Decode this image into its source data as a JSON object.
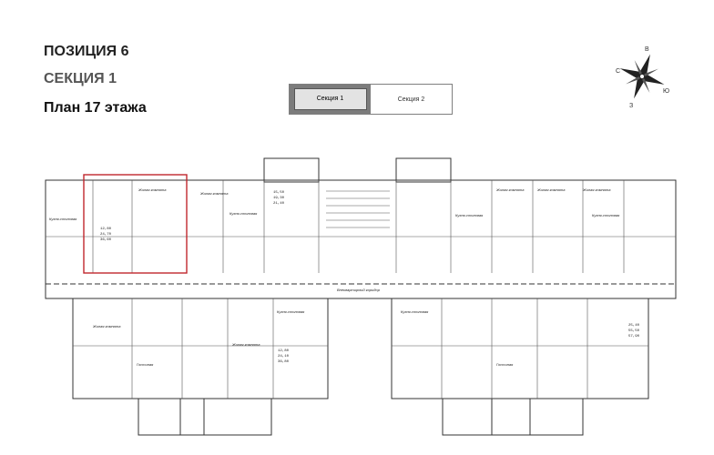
{
  "header": {
    "position_title": "ПОЗИЦИЯ 6",
    "section_title": "СЕКЦИЯ 1",
    "floor_title": "План 17 этажа"
  },
  "tabs": [
    {
      "label": "Секция 1",
      "active": true
    },
    {
      "label": "Секция 2",
      "active": false
    }
  ],
  "compass": {
    "n": "В",
    "w": "С",
    "e": "Ю",
    "s": "З"
  },
  "plan": {
    "rooms_top": [
      "Жилая комната",
      "Жилая комната",
      "Жилая комната",
      "Жилая комната",
      "Жилая комната"
    ],
    "rooms_kitchen": [
      "Кухня-столовая",
      "Кухня-столовая",
      "Кухня-столовая",
      "Кухня-столовая"
    ],
    "rooms_bottom": [
      "Кухня-столовая",
      "Кухня-столовая",
      "Жилая комната",
      "Жилая комната",
      "Гостиная",
      "Гостиная"
    ],
    "corridor": "Внеквартирный коридор",
    "areas_a": [
      "12,80",
      "24,70",
      "36,60"
    ],
    "areas_b": [
      "15,50",
      "19,30",
      "21,40"
    ],
    "areas_c": [
      "12,80",
      "24,10",
      "36,80"
    ],
    "areas_d": [
      "25,40",
      "55,50",
      "57,90"
    ],
    "highlight_color": "#c0272d"
  }
}
